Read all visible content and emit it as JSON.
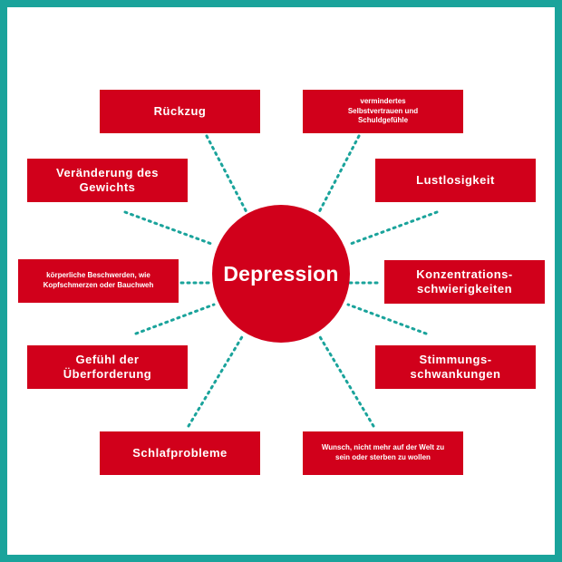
{
  "center": {
    "label": "Depression"
  },
  "symptoms": {
    "rueckzug": "Rückzug",
    "selbstvertrauen": "vermindertes Selbstvertrauen und Schuldgefühle",
    "gewicht": "Veränderung des Gewichts",
    "lustlosigkeit": "Lustlosigkeit",
    "beschwerden": "körperliche Beschwerden, wie Kopfschmerzen oder Bauchweh",
    "konzentration": "Konzentrations-schwierigkeiten",
    "ueberforderung": "Gefühl der Überforderung",
    "stimmung": "Stimmungs-schwankungen",
    "schlaf": "Schlafprobleme",
    "wunsch": "Wunsch, nicht mehr auf der Welt zu sein oder sterben zu wollen"
  },
  "colors": {
    "frame": "#1aa39b",
    "box": "#d1001b",
    "connector": "#1aa39b",
    "text": "#ffffff"
  }
}
